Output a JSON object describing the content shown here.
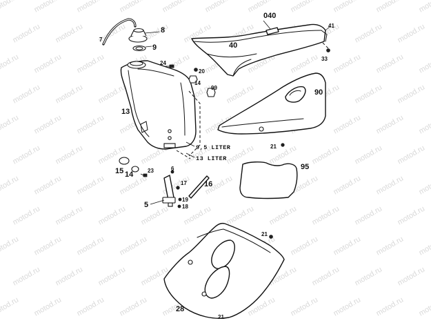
{
  "watermark": {
    "text": "motod.ru",
    "color": "#d9d9d9"
  },
  "part_labels": [
    {
      "key": "p040",
      "text": "040"
    },
    {
      "key": "p40",
      "text": "40"
    },
    {
      "key": "p41",
      "text": "41"
    },
    {
      "key": "p33",
      "text": "33"
    },
    {
      "key": "p8",
      "text": "8"
    },
    {
      "key": "p9",
      "text": "9"
    },
    {
      "key": "p7",
      "text": "7"
    },
    {
      "key": "p24",
      "text": "24"
    },
    {
      "key": "p20",
      "text": "20"
    },
    {
      "key": "p14a",
      "text": "14"
    },
    {
      "key": "p99",
      "text": "99"
    },
    {
      "key": "p90",
      "text": "90"
    },
    {
      "key": "p13",
      "text": "13"
    },
    {
      "key": "p21a",
      "text": "21"
    },
    {
      "key": "p95",
      "text": "95"
    },
    {
      "key": "p15",
      "text": "15"
    },
    {
      "key": "p14b",
      "text": "14"
    },
    {
      "key": "p23",
      "text": "23"
    },
    {
      "key": "p6",
      "text": "6"
    },
    {
      "key": "p17",
      "text": "17"
    },
    {
      "key": "p16",
      "text": "16"
    },
    {
      "key": "p19",
      "text": "19"
    },
    {
      "key": "p18",
      "text": "18"
    },
    {
      "key": "p5",
      "text": "5"
    },
    {
      "key": "p21b",
      "text": "21"
    },
    {
      "key": "p28",
      "text": "28"
    },
    {
      "key": "p21c",
      "text": "21"
    }
  ],
  "capacity_labels": {
    "small": "9,5 LITER",
    "large": "13  LITER"
  }
}
